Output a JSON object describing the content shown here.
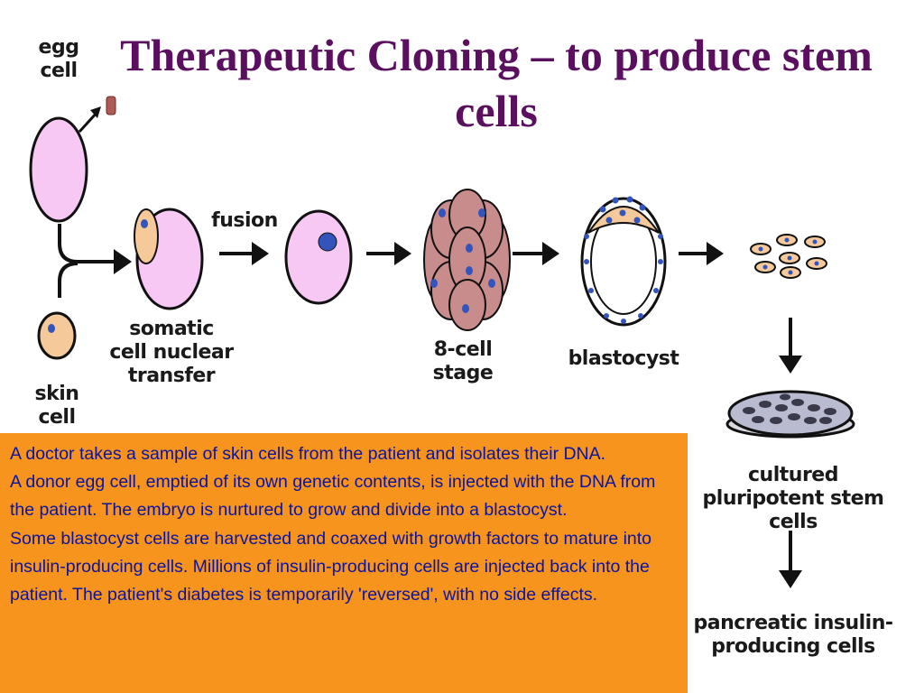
{
  "title": "Therapeutic Cloning – to produce stem cells",
  "labels": {
    "egg_cell": "egg cell",
    "skin_cell": "skin cell",
    "fusion": "fusion",
    "somatic": "somatic cell nuclear transfer",
    "eight_cell": "8-cell stage",
    "blastocyst": "blastocyst",
    "cultured": "cultured pluripotent stem cells",
    "pancreatic": "pancreatic insulin-producing cells"
  },
  "paragraphs": [
    "A doctor takes a sample of skin cells from the patient and isolates their DNA.",
    "A donor egg cell, emptied of its own genetic contents, is injected with the DNA from the patient. The embryo is nurtured to grow and divide into a blastocyst.",
    "Some blastocyst cells are harvested and coaxed with growth factors to mature into insulin-producing cells. Millions of insulin-producing cells are injected back into the patient. The patient's diabetes is temporarily 'reversed', with no side effects."
  ],
  "colors": {
    "title": "#5a0f5f",
    "egg": "#f6c8f3",
    "skin_cell": "#f6c99a",
    "nucleus": "#3355bb",
    "eight_cell": "#c98c8c",
    "text_box": "#f7941d",
    "text": "#0a14a0"
  }
}
